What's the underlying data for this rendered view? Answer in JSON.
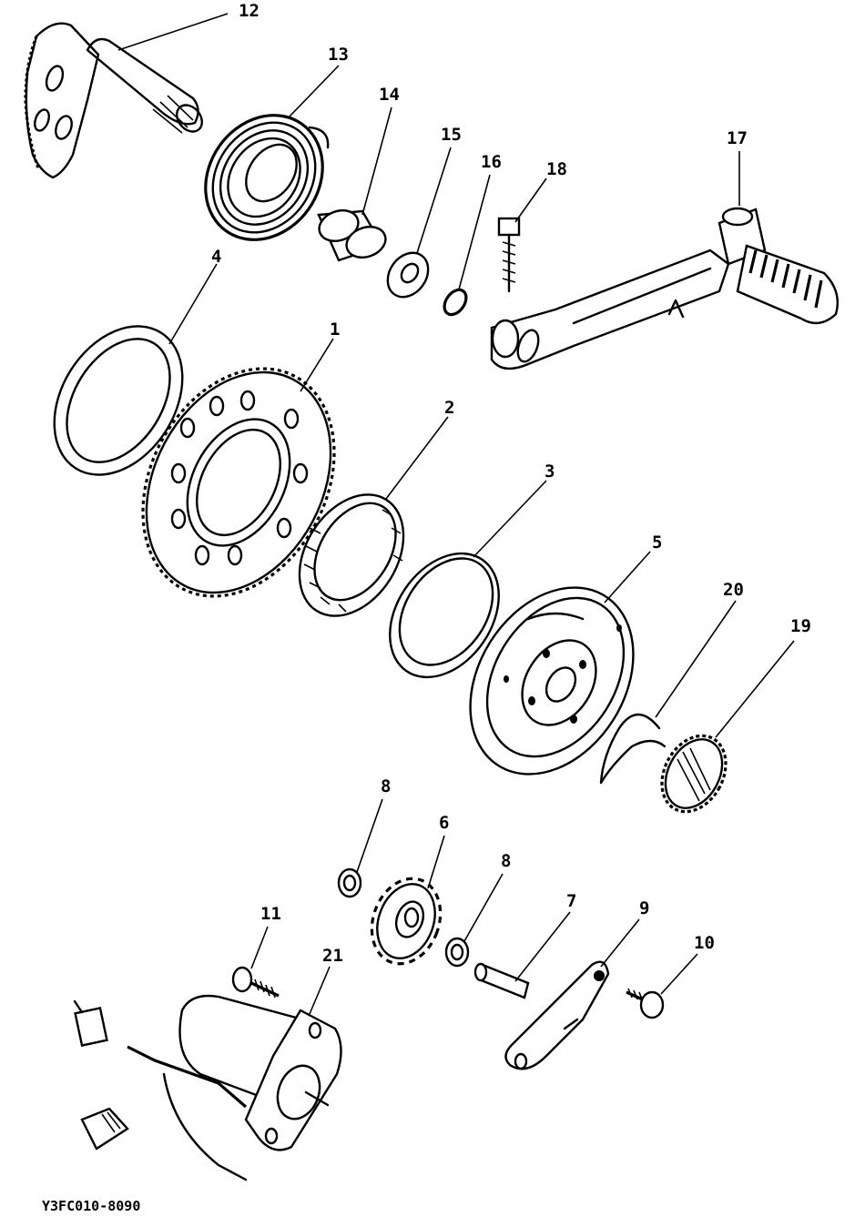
{
  "diagram": {
    "code": "Y3FC010-8090",
    "callouts": [
      {
        "id": "c12",
        "text": "12"
      },
      {
        "id": "c13",
        "text": "13"
      },
      {
        "id": "c14",
        "text": "14"
      },
      {
        "id": "c15",
        "text": "15"
      },
      {
        "id": "c16",
        "text": "16"
      },
      {
        "id": "c18",
        "text": "18"
      },
      {
        "id": "c17",
        "text": "17"
      },
      {
        "id": "c4",
        "text": "4"
      },
      {
        "id": "c1",
        "text": "1"
      },
      {
        "id": "c2",
        "text": "2"
      },
      {
        "id": "c3",
        "text": "3"
      },
      {
        "id": "c5",
        "text": "5"
      },
      {
        "id": "c20",
        "text": "20"
      },
      {
        "id": "c19",
        "text": "19"
      },
      {
        "id": "c8a",
        "text": "8"
      },
      {
        "id": "c6",
        "text": "6"
      },
      {
        "id": "c8b",
        "text": "8"
      },
      {
        "id": "c7",
        "text": "7"
      },
      {
        "id": "c9",
        "text": "9"
      },
      {
        "id": "c10",
        "text": "10"
      },
      {
        "id": "c11",
        "text": "11"
      },
      {
        "id": "c21",
        "text": "21"
      }
    ]
  }
}
